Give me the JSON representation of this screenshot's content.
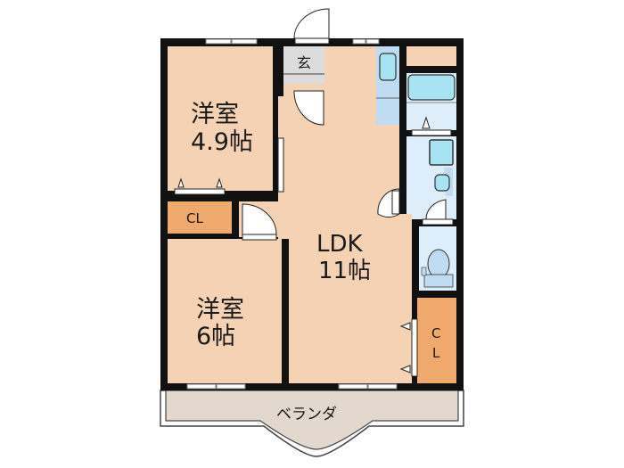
{
  "floorplan": {
    "rooms": [
      {
        "id": "western-room-1",
        "name": "洋室",
        "size": "4.9帖"
      },
      {
        "id": "western-room-2",
        "name": "洋室",
        "size": "6帖"
      },
      {
        "id": "ldk",
        "name": "LDK",
        "size": "11帖"
      },
      {
        "id": "entrance",
        "name": "玄"
      },
      {
        "id": "closet-1",
        "name": "CL"
      },
      {
        "id": "closet-2",
        "name": "C",
        "name2": "L"
      },
      {
        "id": "veranda",
        "name": "ベランダ"
      }
    ],
    "colors": {
      "room_fill": "#f5d2b4",
      "closet_fill": "#f0a96c",
      "wet_fill": "#ddeefa",
      "fixture_fill": "#a8e3f3",
      "kitchen_fill": "#bfdcf2",
      "entrance_fill": "#dcdcdc",
      "veranda_fill": "#e2d8ce",
      "wall": "#111111"
    }
  }
}
